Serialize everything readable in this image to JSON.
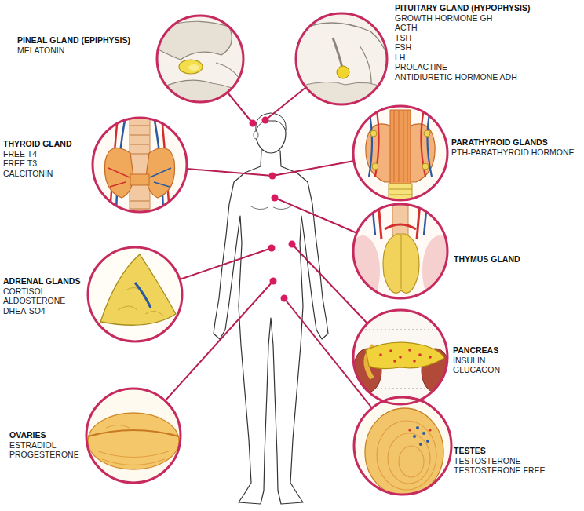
{
  "diagram": {
    "nodes": [
      {
        "text": [
          "PINEAL GLAND (EPIPHYSIS)",
          "MELATONIN"
        ]
      },
      {
        "text": [
          "PITUITARY GLAND (HYPOPHYSIS)",
          "GROWTH HORMONE GH",
          "ACTH",
          "TSH",
          "FSH",
          "LH",
          "PROLACTINE",
          "ANTIDIURETIC HORMONE ADH"
        ]
      },
      {
        "text": [
          "THYROID GLAND",
          "FREE T4",
          "FREE T3",
          "CALCITONIN"
        ]
      },
      {
        "text": [
          "PARATHYROID GLANDS",
          "PTH-PARATHYROID HORMONE"
        ]
      },
      {
        "text": [
          "THYMUS GLAND"
        ]
      },
      {
        "text": [
          "ADRENAL GLANDS",
          "CORTISOL",
          "ALDOSTERONE",
          "DHEA-SO4"
        ]
      },
      {
        "text": [
          "PANCREAS",
          "INSULIN",
          "GLUCAGON"
        ]
      },
      {
        "text": [
          "OVARIES",
          "ESTRADIOL",
          "PROGESTERONE"
        ]
      },
      {
        "text": [
          "TESTES",
          "TESTOSTERONE",
          "TESTOSTERONE FREE"
        ]
      }
    ]
  }
}
